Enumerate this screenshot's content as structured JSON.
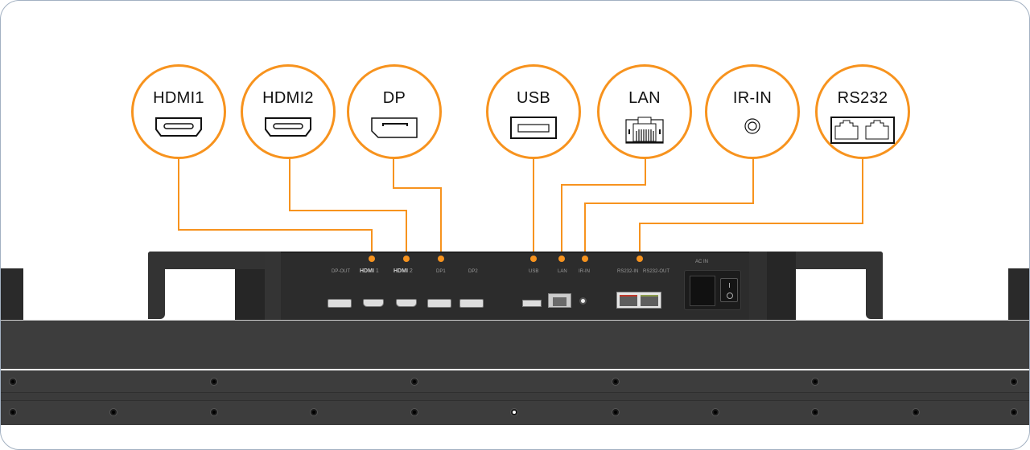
{
  "callouts": [
    {
      "id": "hdmi1",
      "label": "HDMI1",
      "icon": "hdmi-port-icon"
    },
    {
      "id": "hdmi2",
      "label": "HDMI2",
      "icon": "hdmi-port-icon"
    },
    {
      "id": "dp",
      "label": "DP",
      "icon": "displayport-icon"
    },
    {
      "id": "usb",
      "label": "USB",
      "icon": "usb-port-icon"
    },
    {
      "id": "lan",
      "label": "LAN",
      "icon": "rj45-port-icon"
    },
    {
      "id": "irin",
      "label": "IR-IN",
      "icon": "ir-jack-icon"
    },
    {
      "id": "rs232",
      "label": "RS232",
      "icon": "dual-rj-port-icon"
    }
  ],
  "panel_labels": {
    "dp_out": "DP-OUT",
    "hdmi1_logo": "HDMI",
    "hdmi1_num": "1",
    "hdmi2_logo": "HDMI",
    "hdmi2_num": "2",
    "dp1": "DP1",
    "dp2": "DP2",
    "usb": "USB",
    "lan": "LAN",
    "ir_in": "IR-IN",
    "rs232_in": "RS232-IN",
    "rs232_out": "RS232-OUT",
    "ac_in": "AC IN"
  },
  "colors": {
    "accent": "#f7931e",
    "panel": "#2b2b2b",
    "chassis": "#3d3d3d"
  }
}
